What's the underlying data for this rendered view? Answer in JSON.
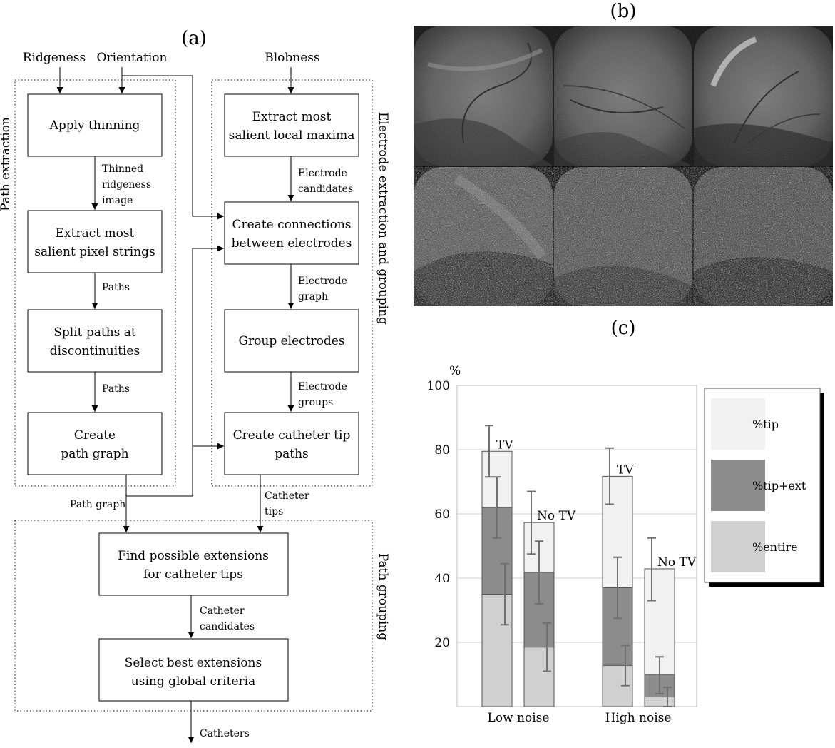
{
  "panel_labels": {
    "a": "(a)",
    "b": "(b)",
    "c": "(c)"
  },
  "inputs": {
    "ridgeness": "Ridgeness",
    "orientation": "Orientation",
    "blobness": "Blobness"
  },
  "groups": {
    "path_extraction": "Path extraction",
    "electrode_extraction": "Electrode extraction and grouping",
    "path_grouping": "Path grouping"
  },
  "boxes": {
    "apply_thinning": [
      "Apply thinning"
    ],
    "extract_pixel_strings": [
      "Extract most",
      "salient pixel strings"
    ],
    "split_paths": [
      "Split paths at",
      "discontinuities"
    ],
    "create_path_graph": [
      "Create",
      "path graph"
    ],
    "extract_local_maxima": [
      "Extract most",
      "salient local maxima"
    ],
    "create_connections": [
      "Create connections",
      "between electrodes"
    ],
    "group_electrodes": [
      "Group electrodes"
    ],
    "create_catheter_tip_paths": [
      "Create catheter tip",
      "paths"
    ],
    "find_extensions": [
      "Find possible extensions",
      "for catheter tips"
    ],
    "select_extensions": [
      "Select best extensions",
      "using global criteria"
    ]
  },
  "edges": {
    "thinned": [
      "Thinned",
      "ridgeness",
      "image"
    ],
    "paths1": [
      "Paths"
    ],
    "paths2": [
      "Paths"
    ],
    "path_graph": [
      "Path graph"
    ],
    "electrode_candidates": [
      "Electrode",
      "candidates"
    ],
    "electrode_graph": [
      "Electrode",
      "graph"
    ],
    "electrode_groups": [
      "Electrode",
      "groups"
    ],
    "catheter_tips": [
      "Catheter",
      "tips"
    ],
    "catheter_candidates": [
      "Catheter",
      "candidates"
    ],
    "catheters": [
      "Catheters"
    ]
  },
  "xray_panel": {
    "rows": 2,
    "cols": 3,
    "top_row": "low noise",
    "bottom_row": "high noise"
  },
  "colors": {
    "tip": "#f1f1f1",
    "tip_ext": "#8c8c8c",
    "entire": "#d0d0d0",
    "error_bar": "#707070",
    "legend_shadow": "#000000"
  },
  "chart_data": {
    "type": "bar",
    "stacked": true,
    "ylabel": "%",
    "ylim": [
      0,
      100
    ],
    "yticks": [
      "20",
      "40",
      "60",
      "80",
      "100"
    ],
    "categories": [
      "Low noise",
      "High noise"
    ],
    "bars": [
      {
        "category": "Low noise",
        "label": "TV",
        "entire": 35,
        "tip_ext": 62,
        "tip": 79.5,
        "err_entire": [
          25.5,
          44.5
        ],
        "err_tip_ext": [
          52.5,
          71.5
        ],
        "err_tip": [
          71.5,
          87.5
        ]
      },
      {
        "category": "Low noise",
        "label": "No TV",
        "entire": 18.5,
        "tip_ext": 41.8,
        "tip": 57.3,
        "err_entire": [
          11,
          26
        ],
        "err_tip_ext": [
          32,
          51.5
        ],
        "err_tip": [
          47.5,
          67
        ]
      },
      {
        "category": "High noise",
        "label": "TV",
        "entire": 12.8,
        "tip_ext": 37,
        "tip": 71.7,
        "err_entire": [
          6.5,
          19
        ],
        "err_tip_ext": [
          27.5,
          46.5
        ],
        "err_tip": [
          63,
          80.5
        ]
      },
      {
        "category": "High noise",
        "label": "No TV",
        "entire": 3,
        "tip_ext": 10,
        "tip": 42.9,
        "err_entire": [
          0,
          6
        ],
        "err_tip_ext": [
          4,
          15.5
        ],
        "err_tip": [
          33,
          52.5
        ]
      }
    ],
    "legend": [
      "%tip",
      "%tip+ext",
      "%entire"
    ],
    "legend_placement": "right",
    "grid": true
  }
}
